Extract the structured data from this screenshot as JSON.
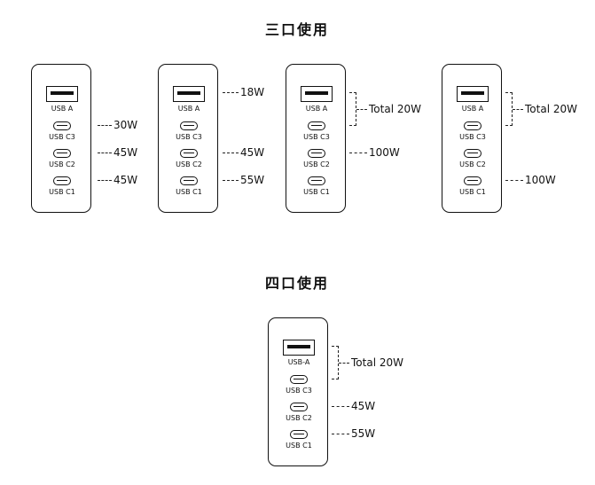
{
  "titles": {
    "three_port": "三口使用",
    "four_port": "四口使用"
  },
  "labels": {
    "usb_a": "USB A",
    "usb_a_dash": "USB-A",
    "usb_c3": "USB C3",
    "usb_c2": "USB C2",
    "usb_c1": "USB C1"
  },
  "three_port_configs": [
    {
      "active_ports": [
        "USB C3",
        "USB C2",
        "USB C1"
      ],
      "c3": "30W",
      "c2": "45W",
      "c1": "45W"
    },
    {
      "active_ports": [
        "USB A",
        "USB C2",
        "USB C1"
      ],
      "a": "18W",
      "c2": "45W",
      "c1": "55W"
    },
    {
      "active_ports": [
        "USB A",
        "USB C3",
        "USB C2"
      ],
      "a_c3": "Total 20W",
      "c2": "100W"
    },
    {
      "active_ports": [
        "USB A",
        "USB C3",
        "USB C1"
      ],
      "a_c3": "Total 20W",
      "c1": "100W"
    }
  ],
  "four_port_config": {
    "active_ports": [
      "USB-A",
      "USB C3",
      "USB C2",
      "USB C1"
    ],
    "a_c3": "Total 20W",
    "c2": "45W",
    "c1": "55W"
  },
  "colors": {
    "line": "#111111",
    "background": "#ffffff"
  }
}
